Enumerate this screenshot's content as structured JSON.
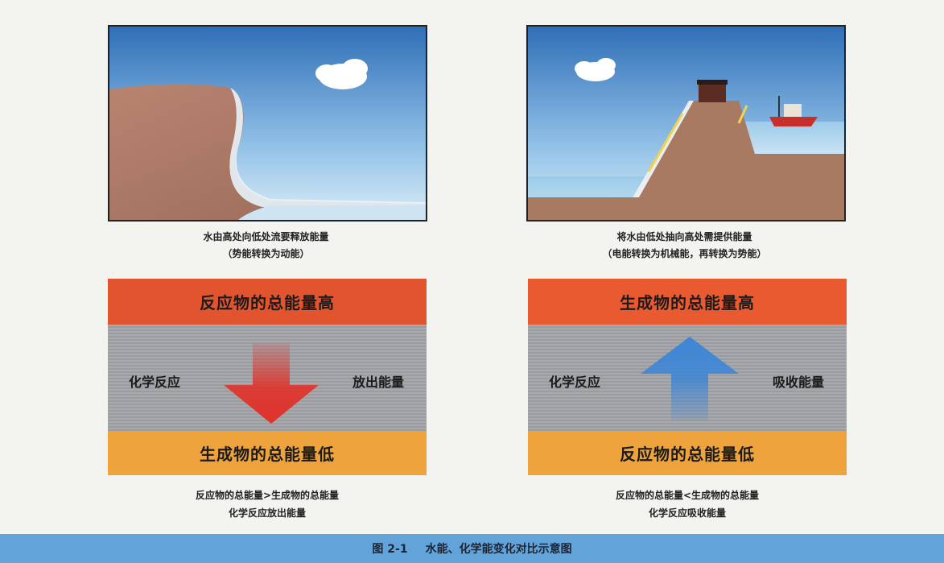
{
  "left": {
    "caption_line1": "水由高处向低处流要释放能量",
    "caption_line2": "（势能转换为动能）",
    "energy_top": "反应物的总能量高",
    "energy_bottom": "生成物的总能量低",
    "label_left": "化学反应",
    "label_right": "放出能量",
    "summary_line1": "反应物的总能量>生成物的总能量",
    "summary_line2": "化学反应放出能量",
    "arrow_direction": "down",
    "arrow_color": "#e0322a"
  },
  "right": {
    "caption_line1": "将水由低处抽向高处需提供能量",
    "caption_line2": "（电能转换为机械能，再转换为势能）",
    "energy_top": "生成物的总能量高",
    "energy_bottom": "反应物的总能量低",
    "label_left": "化学反应",
    "label_right": "吸收能量",
    "summary_line1": "反应物的总能量<生成物的总能量",
    "summary_line2": "化学反应吸收能量",
    "arrow_direction": "up",
    "arrow_color": "#3d86d6"
  },
  "figure": {
    "number": "图 2-1",
    "title": "水能、化学能变化对比示意图"
  }
}
